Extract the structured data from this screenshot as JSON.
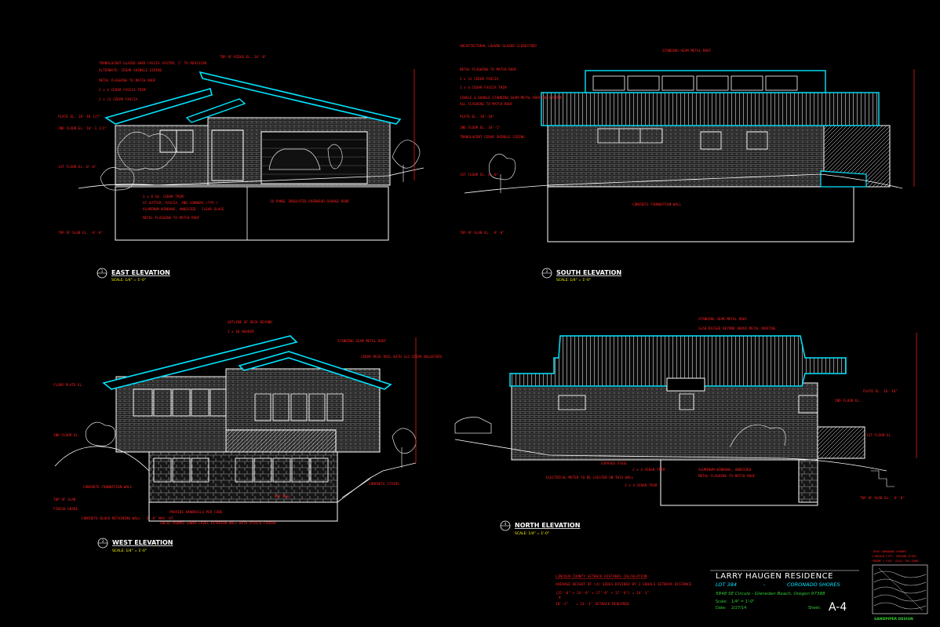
{
  "colors": {
    "background": "#000000",
    "line": "#ffffff",
    "annotation": "#ff2020",
    "roof": "#00e5ff",
    "title": "#ffffff",
    "title_accent": "#00e5ff",
    "info": "#ffff00",
    "green": "#33cc33"
  },
  "views": [
    {
      "id": "east",
      "title": "EAST ELEVATION",
      "scale": "SCALE: 1/4\" = 1'-0\"",
      "number": "1"
    },
    {
      "id": "south",
      "title": "SOUTH ELEVATION",
      "scale": "SCALE: 1/4\" = 1'-0\"",
      "number": "2"
    },
    {
      "id": "west",
      "title": "WEST ELEVATION",
      "scale": "SCALE: 1/4\" = 1'-0\"",
      "number": "3"
    },
    {
      "id": "north",
      "title": "NORTH ELEVATION",
      "scale": "SCALE: 1/4\" = 1'-0\"",
      "number": "4"
    }
  ],
  "east_notes": [
    "TOP OF RIDGE EL. 26'-0\"",
    "TRANSLUCENT GLAZED SHED FASCIA SYSTEM, 2\" TO REVISION",
    "ALTERNATE: CEDAR SHINGLE SIDING",
    "METAL FLASHING TO MATCH ROOF",
    "2 x 4 CEDAR FASCIA TRIM",
    "2 x 12 CEDAR FASCIA",
    "PLATE EL. 18'-10 1/2\"",
    "2ND FLOOR EL. 10'-1 1/2\"",
    "1ST FLOOR EL. 0'-0\"",
    "2 x 8 SQ. CEDAR TRIM",
    "AT GUTTER, FASCIA, AND CORNERS (TYP.)",
    "ALUMINUM WINDOWS, ANODIZED - CLEAR GLASS",
    "METAL FLASHING TO MATCH ROOF",
    "16 PANEL INSULATED OVERHEAD GARAGE DOOR",
    "TOP OF SLAB EL. -8'-0\""
  ],
  "south_notes": [
    "STANDING SEAM METAL ROOF",
    "ARCHITECTURAL LOUVRE GLAZED CLERESTORY",
    "METAL FLASHING TO MATCH ROOF",
    "2 x 12 CEDAR FASCIA",
    "2 x 4 CEDAR FASCIA TRIM",
    "SINGLE & DOUBLE STANDING SEAM METAL ROOFING SYSTEM",
    "ALL FLASHING TO MATCH ROOF",
    "PLATE EL. 18'-10\"",
    "2ND FLOOR EL. 10'-1\"",
    "TRANSLUCENT CEDAR SHINGLE SIDING",
    "1ST FLOOR EL. 0'-0\"",
    "CONCRETE FOUNDATION WALL",
    "TOP OF SLAB EL. -8'-0\""
  ],
  "west_notes": [
    "OUTLINE OF DECK BEYOND",
    "2 x 10 HEADER",
    "STANDING SEAM METAL ROOF",
    "CEDAR DECK RAIL WITH 2x2 CEDAR BALUSTERS",
    "FLOOR PLATE EL.",
    "2ND FLOOR EL.",
    "CONCRETE FOUNDATION WALL",
    "TOP OF SLAB",
    "FINISH GRADE",
    "CONCRETE BLOCK RETAINING WALL - 4'-0\" MAX. HT.",
    "CONCRETE STAIRS",
    "DRY WELL",
    "PROVIDE HANDRAILS PER CODE",
    "SOLID FRAMED LOWER LEVEL EXTERIOR WALL WITH STUCCO FINISH"
  ],
  "north_notes": [
    "STANDING SEAM METAL ROOF",
    "SLAB RAISED BEYOND ABOVE METAL ROOFING",
    "2 x 4 CEDAR TRIM",
    "3 x 4 CEDAR TRIM",
    "EXPOSED STEEL",
    "METAL FLASHING TO MATCH ROOF",
    "ALUMINUM WINDOWS, ANODIZED",
    "ELECTRICAL METER TO BE LOCATED ON THIS WALL",
    "PLATE EL. 18'-10\"",
    "2ND FLOOR EL.",
    "1ST FLOOR EL.",
    "TOP OF SLAB EL. -8'-0\""
  ],
  "setback": {
    "heading": "LINCOLN COUNTY SETBACK DISTANCE CALCULATION",
    "line1": "AVERAGE HEIGHT OF (4) SIDES DIVIDED BY 2 EQUALS SETBACK DISTANCE",
    "line2": "(25'-0\" + 24'-0\" + 17'-0\" + 17'-6\")  =  14'-1\"",
    "line3": "8",
    "line4": "28'-2\"",
    "line5": "= 14'-1\" SETBACK REQUIRED"
  },
  "title_block": {
    "project": "LARRY HAUGEN RESIDENCE",
    "lot": "LOT 384",
    "dash": "-",
    "subdivision": "CORONADO SHORES",
    "address": "5848 SE Circulo - Gleneden Beach, Oregon 97388",
    "scale_label": "Scale:",
    "scale_value": "1/4\" = 1'-0\"",
    "date_label": "Date:",
    "date_value": "2/27/14",
    "sheet_label": "Sheet:",
    "sheet_value": "A-4",
    "firm_lines": [
      "1950 CORONADO SHORES",
      "LINCOLN CITY, OREGON 97367",
      "PHONE / FAX: (541) 764-2000"
    ],
    "firm_name": "SANDPIPER DESIGN"
  }
}
